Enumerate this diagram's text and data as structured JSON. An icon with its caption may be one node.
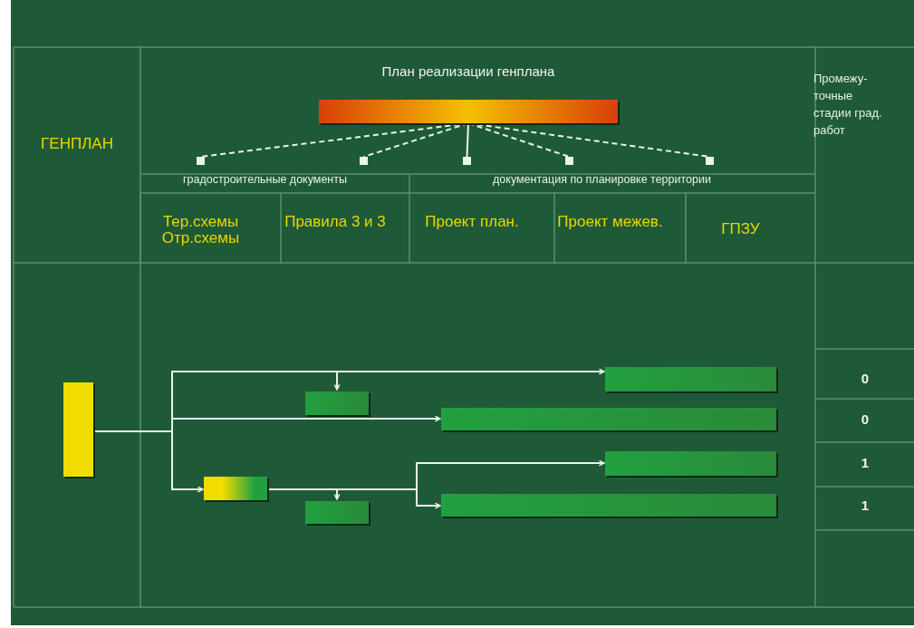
{
  "diagram": {
    "nodes": [
      {
        "text": [
          "План реализации генплана"
        ]
      },
      {
        "text": [],
        "shape": "box"
      },
      {
        "text": [],
        "shape": "box"
      },
      {
        "text": [],
        "shape": "box"
      },
      {
        "text": [],
        "shape": "box"
      },
      {
        "text": [],
        "shape": "box"
      },
      {
        "text": [],
        "shape": "bar"
      },
      {
        "text": [],
        "shape": "bar"
      },
      {
        "text": [],
        "shape": "bar"
      },
      {
        "text": [],
        "shape": "bar"
      },
      {
        "text": [],
        "shape": "bar"
      },
      {
        "text": [],
        "shape": "bar"
      },
      {
        "text": [],
        "shape": "bar"
      },
      {
        "text": [],
        "shape": "bar"
      }
    ],
    "edges": [
      {
        "from": 0,
        "to": 1,
        "arrow": "none",
        "style": "dashed"
      },
      {
        "from": 0,
        "to": 2,
        "arrow": "none",
        "style": "dashed"
      },
      {
        "from": 0,
        "to": 3,
        "arrow": "none"
      },
      {
        "from": 0,
        "to": 4,
        "arrow": "none",
        "style": "dashed"
      },
      {
        "from": 0,
        "to": 5,
        "arrow": "none",
        "style": "dashed"
      },
      {
        "from": 6,
        "to": 8,
        "arrow": "to"
      },
      {
        "from": null,
        "to": 7,
        "arrow": "to"
      },
      {
        "from": 6,
        "to": 9,
        "arrow": "to"
      },
      {
        "from": 6,
        "to": 10,
        "arrow": "to"
      },
      {
        "from": null,
        "to": 11,
        "arrow": "to"
      },
      {
        "from": 10,
        "to": 12,
        "arrow": "to"
      },
      {
        "from": 10,
        "to": 13,
        "arrow": "to"
      }
    ],
    "labels": [
      "ГЕНПЛАН",
      "Промежу- точные стадии град. работ",
      "градостроительные документы",
      "документация по планировке территории",
      "Тер.схемы Отр.схемы",
      "Правила 3 и 3",
      "Проект план.",
      "Проект межев.",
      "ГПЗУ",
      "0",
      "0",
      "1",
      "1"
    ]
  }
}
